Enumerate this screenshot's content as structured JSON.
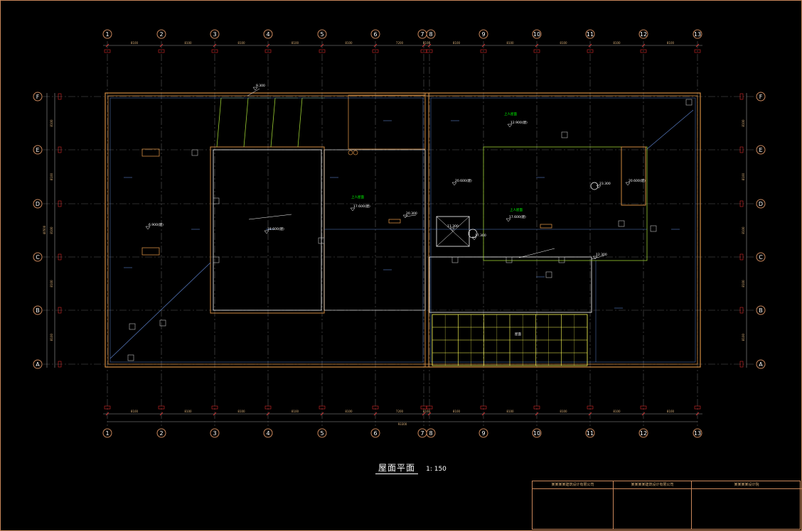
{
  "drawing": {
    "title": "屋面平面",
    "scale": "1: 150"
  },
  "grid": {
    "columns": [
      "1",
      "2",
      "3",
      "4",
      "5",
      "6",
      "7",
      "8",
      "9",
      "10",
      "11",
      "12",
      "13"
    ],
    "rows": [
      "F",
      "E",
      "D",
      "C",
      "B",
      "A"
    ],
    "top_dimensions": [
      "8100",
      "8100",
      "8100",
      "8100",
      "8100",
      "7200",
      "8100",
      "8100",
      "8100",
      "8100",
      "8100",
      "8100"
    ],
    "bottom_dimensions": [
      "8100",
      "8100",
      "8100",
      "8100",
      "8100",
      "7200",
      "8100",
      "8100",
      "8100",
      "8100",
      "8100",
      "8100"
    ],
    "overall_dimension": "93300",
    "left_dimensions": [
      "8100",
      "8100",
      "8100",
      "8100",
      "8100"
    ],
    "left_overall": "40500",
    "right_dimensions": [
      "8100",
      "8100",
      "8100",
      "8100",
      "8100"
    ]
  },
  "annotations": [
    {
      "id": "elev-1",
      "text": "9.300"
    },
    {
      "id": "elev-2",
      "text": "12.900(建)"
    },
    {
      "id": "elev-3",
      "text": "17.600(建)"
    },
    {
      "id": "elev-4",
      "text": "17.600(建)"
    },
    {
      "id": "elev-5",
      "text": "6.900(建)"
    },
    {
      "id": "elev-6",
      "text": "18.600(建)"
    },
    {
      "id": "elev-7",
      "text": "20.600(建)"
    },
    {
      "id": "elev-8",
      "text": "20.600(建)"
    },
    {
      "id": "elev-9",
      "text": "20.300"
    },
    {
      "id": "elev-10",
      "text": "23.300"
    },
    {
      "id": "elev-11",
      "text": "11.300"
    },
    {
      "id": "elev-12",
      "text": "17.300"
    },
    {
      "id": "elev-13",
      "text": "12.300"
    },
    {
      "id": "label-1",
      "text": "上人屋面"
    },
    {
      "id": "label-2",
      "text": "上人屋面"
    },
    {
      "id": "label-3",
      "text": "上人屋面"
    },
    {
      "id": "label-4",
      "text": "屋面"
    }
  ],
  "title_block": {
    "cells": [
      "某某某某建筑设计有限公司",
      "某某某某建筑设计有限公司",
      "某某某某设计院"
    ]
  },
  "colors": {
    "frame": "#c8865a",
    "grid_bubble": "#c8865a",
    "grid_label": "#ffffff",
    "dimension_text": "#d9b07a",
    "red_text": "#ff3030",
    "wall": "#d08a40",
    "inner_wall": "#ffffff",
    "blue_line": "#5a7fc8",
    "green_line": "#9acd32",
    "green_text": "#00ff00",
    "yellow": "#ffff55"
  }
}
